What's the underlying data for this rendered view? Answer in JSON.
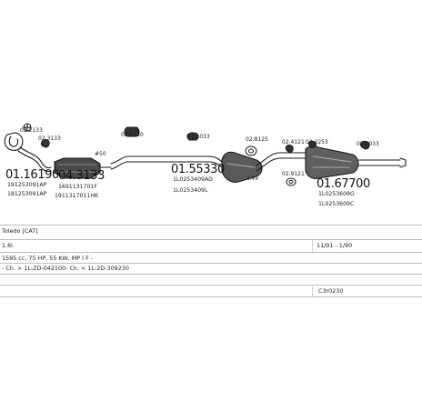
{
  "diagram": {
    "small_codes": {
      "c1": "02.2133",
      "c2": "02.3133",
      "c3": "#50",
      "c4": "02.8150",
      "c5": "02.1033",
      "c6": "02.8125",
      "c7": "02.4121",
      "c8": "02.2253",
      "c9": "02.1033",
      "c10": "02.9121"
    },
    "part_numbers": {
      "p1": "01.16190",
      "p2": "04.3133",
      "p3": "01.55330",
      "p4": "01.67700"
    },
    "oem_codes": {
      "o1a": "191253091AP",
      "o1b": "181253091AP",
      "o2a": "1691131701F",
      "o2b": "1911317011HK",
      "o3a": "1L0253409AD",
      "o3b": "1L0253409L",
      "o4a": "1L0253609G",
      "o4b": "1L0253609C",
      "mark": "t.49"
    }
  },
  "info": {
    "model": "Toledo [CAT]",
    "engine": "1.6i",
    "date_range": "11/91 - 1/90",
    "specs": "1595 cc, 75 HP, 55 KW, MP I F -",
    "chassis": "- Ch. > 1L-ZD-042100- Ch. < 1L-2D-309230",
    "catalog_code": "C3r0230"
  }
}
